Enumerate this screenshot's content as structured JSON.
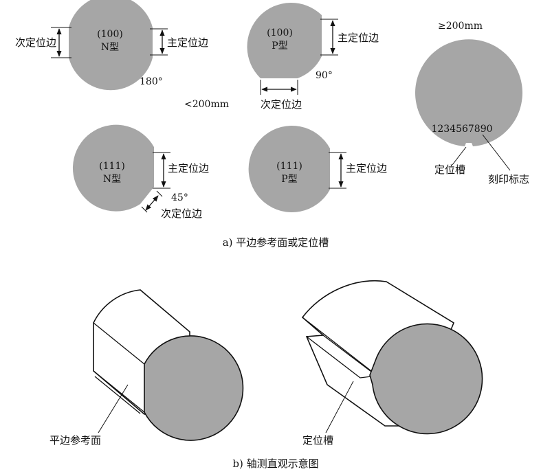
{
  "labels": {
    "w1_index": "(100)",
    "w1_type": "N型",
    "w1_primary": "主定位边",
    "w1_secondary": "次定位边",
    "w1_angle": "180°",
    "w2_index": "(100)",
    "w2_type": "P型",
    "w2_primary": "主定位边",
    "w2_secondary": "次定位边",
    "w2_angle": "90°",
    "size_small": "<200mm",
    "w3_index": "(111)",
    "w3_type": "N型",
    "w3_primary": "主定位边",
    "w3_secondary": "次定位边",
    "w3_angle": "45°",
    "w4_index": "(111)",
    "w4_type": "P型",
    "w4_primary": "主定位边",
    "size_large": "≥200mm",
    "mark_digits": "1234567890",
    "notch_label": "定位槽",
    "laser_mark_label": "刻印标志",
    "caption_a": "a) 平边参考面或定位槽",
    "flat_ref_label": "平边参考面",
    "notch_label_b": "定位槽",
    "caption_b": "b) 轴测直观示意图"
  },
  "colors": {
    "wafer_fill": "#a6a6a6",
    "line": "#111111",
    "background": "#ffffff"
  }
}
